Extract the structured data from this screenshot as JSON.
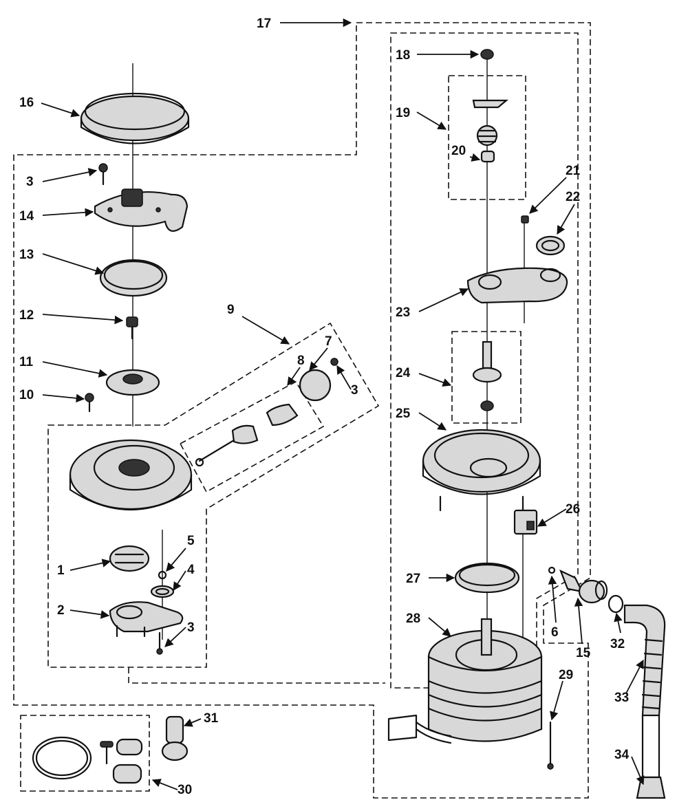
{
  "labels": {
    "p1": "1",
    "p2": "2",
    "p3a": "3",
    "p3b": "3",
    "p3c": "3",
    "p4": "4",
    "p5": "5",
    "p6": "6",
    "p7": "7",
    "p8": "8",
    "p9": "9",
    "p10": "10",
    "p11": "11",
    "p12": "12",
    "p13": "13",
    "p14": "14",
    "p15": "15",
    "p16": "16",
    "p17": "17",
    "p18": "18",
    "p19": "19",
    "p20": "20",
    "p21": "21",
    "p22": "22",
    "p23": "23",
    "p24": "24",
    "p25": "25",
    "p26": "26",
    "p27": "27",
    "p28": "28",
    "p29": "29",
    "p30": "30",
    "p31": "31",
    "p32": "32",
    "p33": "33",
    "p34": "34"
  }
}
